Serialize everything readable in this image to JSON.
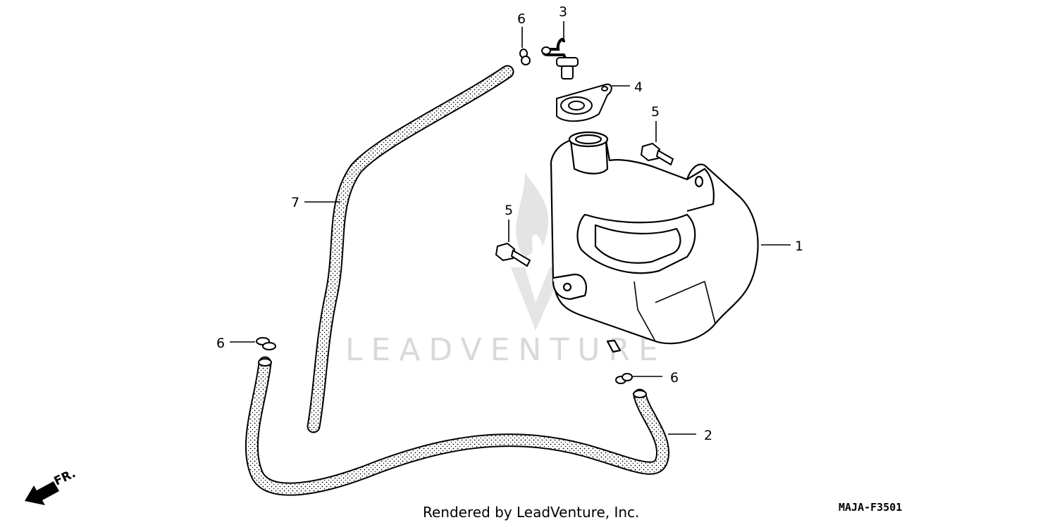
{
  "callouts": {
    "c1": "1",
    "c2": "2",
    "c3": "3",
    "c4": "4",
    "c5a": "5",
    "c5b": "5",
    "c6a": "6",
    "c6b": "6",
    "c6c": "6",
    "c7": "7"
  },
  "watermark": "LEADVENTURE",
  "front_indicator": "FR.",
  "credit": "Rendered by LeadVenture, Inc.",
  "diagram_code": "MAJA-F3501",
  "icons": {
    "front": "front-arrow-icon",
    "watermark": "leadventure-logo-icon"
  },
  "colors": {
    "line": "#000000",
    "watermark": "#d9d9d9",
    "background": "#ffffff"
  }
}
